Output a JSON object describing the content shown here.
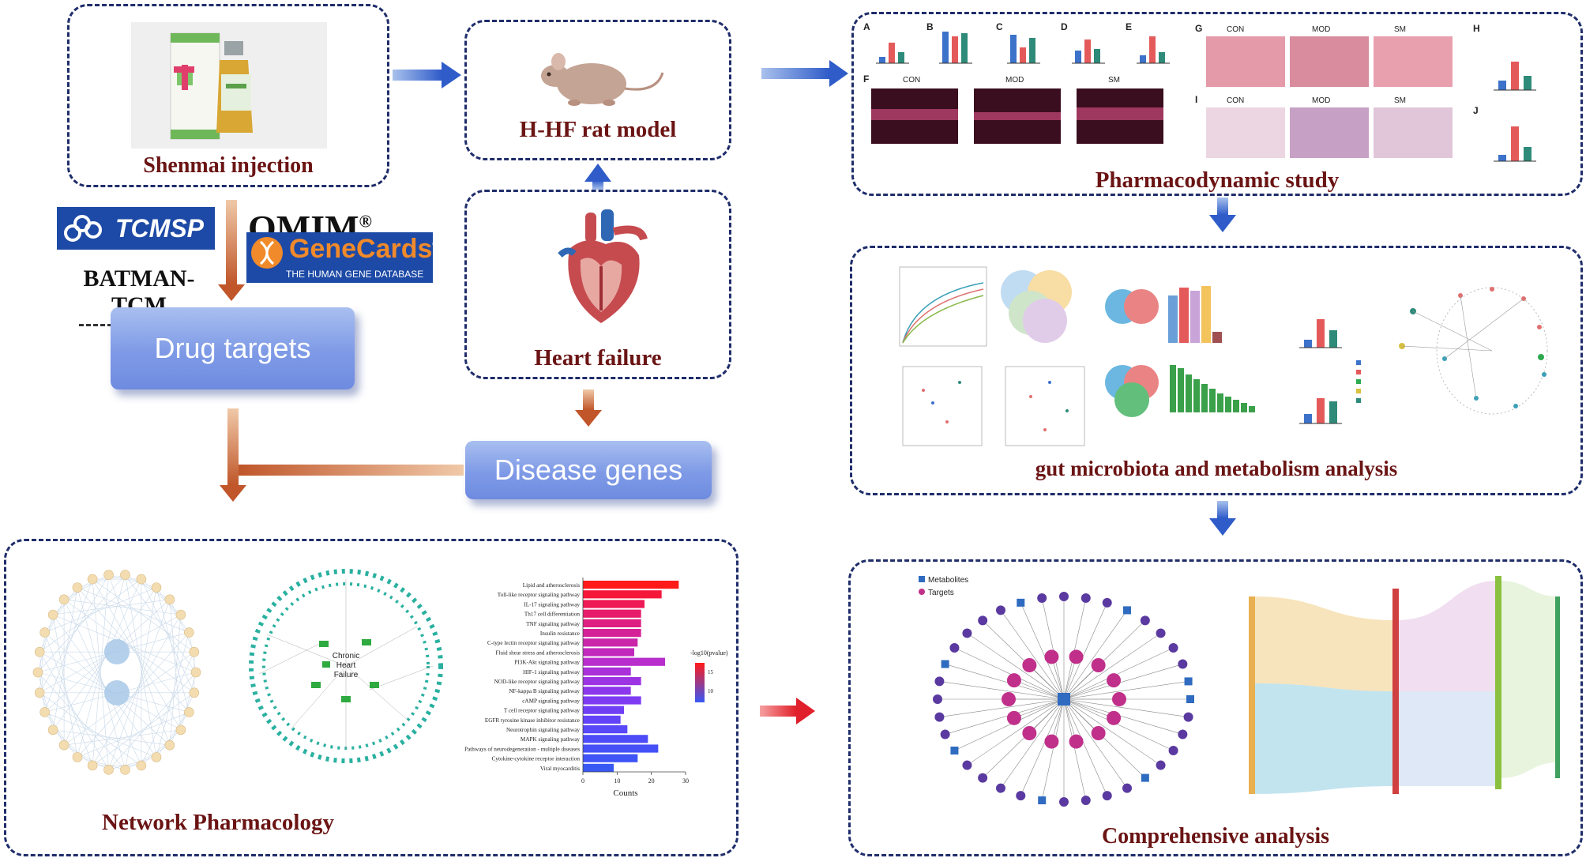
{
  "panels": {
    "shenmai": "Shenmai injection",
    "rat_model": "H-HF rat model",
    "heart_failure": "Heart failure",
    "pharmacodynamic": "Pharmacodynamic study",
    "gut": "gut microbiota and metabolism  analysis",
    "network": "Network Pharmacology",
    "comprehensive": "Comprehensive analysis"
  },
  "boxes": {
    "drug_targets": "Drug targets",
    "disease_genes": "Disease genes"
  },
  "databases": {
    "tcmsp": "TCMSP",
    "omim": "OMIM",
    "omim_mark": "®",
    "batman": "BATMAN-TCM",
    "genecards": "GeneCards",
    "genecards_mark": "®",
    "genecards_sub": "THE HUMAN GENE DATABASE"
  },
  "pharmacodynamic_figure": {
    "letters": [
      "A",
      "B",
      "C",
      "D",
      "E",
      "F",
      "G",
      "H",
      "I",
      "J"
    ],
    "groups": [
      "CON",
      "MOD",
      "SM"
    ]
  },
  "network_figure": {
    "center_label": [
      "Chronic",
      "Heart",
      "Failure"
    ],
    "pathways": [
      "Lipid and atherosclerosis",
      "Toll-like receptor signaling pathway",
      "IL-17 signaling pathway",
      "Th17 cell differentiation",
      "TNF signaling pathway",
      "Insulin resistance",
      "C-type lectin receptor signaling pathway",
      "Fluid shear stress and atherosclerosis",
      "PI3K-Akt signaling pathway",
      "HIF-1 signaling pathway",
      "NOD-like receptor signaling pathway",
      "NF-kappa B signaling pathway",
      "cAMP signaling pathway",
      "T cell receptor signaling pathway",
      "EGFR tyrosine kinase inhibitor resistance",
      "Neurotrophin signaling pathway",
      "MAPK signaling pathway",
      "Pathways of neurodegeneration - multiple diseases",
      "Cytokine-cytokine receptor interaction",
      "Viral myocarditis"
    ],
    "counts": [
      28,
      23,
      18,
      17,
      17,
      17,
      16,
      15,
      24,
      14,
      17,
      14,
      17,
      12,
      11,
      13,
      19,
      22,
      16,
      9
    ],
    "colors": [
      "#ff1a1a",
      "#f5173a",
      "#ee1a55",
      "#e61c6b",
      "#dd1f82",
      "#d52397",
      "#cb26aa",
      "#c129bd",
      "#b82dcc",
      "#aa30da",
      "#9c34e4",
      "#8d37ec",
      "#7e3bf2",
      "#703ff5",
      "#6343f7",
      "#5848f8",
      "#4e4cf8",
      "#4550f7",
      "#3e54f6",
      "#3858f4"
    ],
    "x_axis_label": "Counts",
    "x_ticks": [
      "0",
      "10",
      "20",
      "30"
    ],
    "legend_title": "-log10(pvalue)",
    "legend_ticks": [
      "15",
      "10"
    ]
  },
  "comprehensive_figure": {
    "legend": [
      "Metabolites",
      "Targets"
    ]
  },
  "colors": {
    "panel_border": "#1f2d6b",
    "title": "#6b1414",
    "blue_arrow": "#2f5cc9",
    "brown_arrow": "#c0562a",
    "red_arrow": "#e0202a"
  }
}
